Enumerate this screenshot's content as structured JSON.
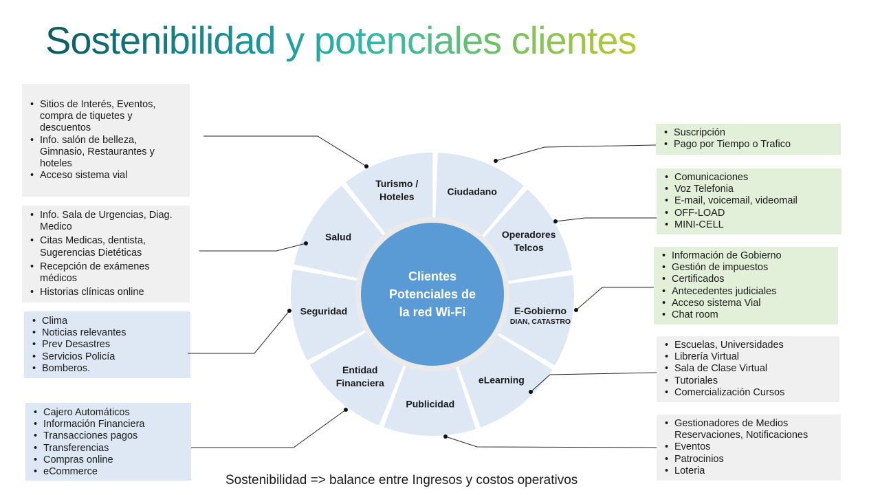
{
  "title": "Sostenibilidad y potenciales clientes",
  "center": {
    "lines": [
      "Clientes",
      "Potenciales de",
      "la red Wi-Fi"
    ],
    "color": "#5b9bd5"
  },
  "ring_color": "#dde8f4",
  "segments": [
    {
      "id": "ciudadano",
      "label": [
        "Ciudadano"
      ]
    },
    {
      "id": "operadores-telcos",
      "label": [
        "Operadores",
        "Telcos"
      ]
    },
    {
      "id": "e-gobierno",
      "label": [
        "E-Gobierno"
      ],
      "sub": "DIAN, CATASTRO"
    },
    {
      "id": "elearning",
      "label": [
        "eLearning"
      ]
    },
    {
      "id": "publicidad",
      "label": [
        "Publicidad"
      ]
    },
    {
      "id": "entidad-financiera",
      "label": [
        "Entidad",
        "Financiera"
      ]
    },
    {
      "id": "seguridad",
      "label": [
        "Seguridad"
      ]
    },
    {
      "id": "salud",
      "label": [
        "Salud"
      ]
    },
    {
      "id": "turismo-hoteles",
      "label": [
        "Turismo /",
        "Hoteles"
      ]
    }
  ],
  "boxes": {
    "turismo": [
      "Sitios de Interés, Eventos, compra de tiquetes y descuentos",
      "Info. salón de belleza, Gimnasio, Restaurantes y hoteles",
      "Acceso sistema vial"
    ],
    "salud": [
      "Info. Sala de Urgencias, Diag. Medico",
      "Citas Medicas, dentista, Sugerencias Dietéticas",
      "Recepción de exámenes médicos",
      "Historias clínicas online"
    ],
    "seguridad": [
      "Clima",
      "Noticias relevantes",
      "Prev Desastres",
      "Servicios Policía",
      "Bomberos."
    ],
    "financiera": [
      "Cajero Automáticos",
      "Información Financiera",
      "Transacciones pagos",
      "Transferencias",
      "Compras online",
      "eCommerce"
    ],
    "ciudadano": [
      "Suscripción",
      "Pago por Tiempo o Trafico"
    ],
    "operadores": [
      "Comunicaciones",
      "Voz Telefonia",
      "E-mail, voicemail, videomail",
      "OFF-LOAD",
      "MINI-CELL"
    ],
    "egobierno": [
      "Información de Gobierno",
      "Gestión de impuestos",
      "Certificados",
      "Antecedentes judiciales",
      "Acceso sistema Vial",
      "Chat room"
    ],
    "elearning": [
      "Escuelas, Universidades",
      "Librería Virtual",
      "Sala de Clase Virtual",
      "Tutoriales",
      "Comercialización Cursos"
    ],
    "publicidad": [
      "Gestionadores de Medios Reservaciones,  Notificaciones",
      "Eventos",
      "Patrocinios",
      "Loteria"
    ]
  },
  "footer": "Sostenibilidad  => balance entre Ingresos y costos operativos"
}
